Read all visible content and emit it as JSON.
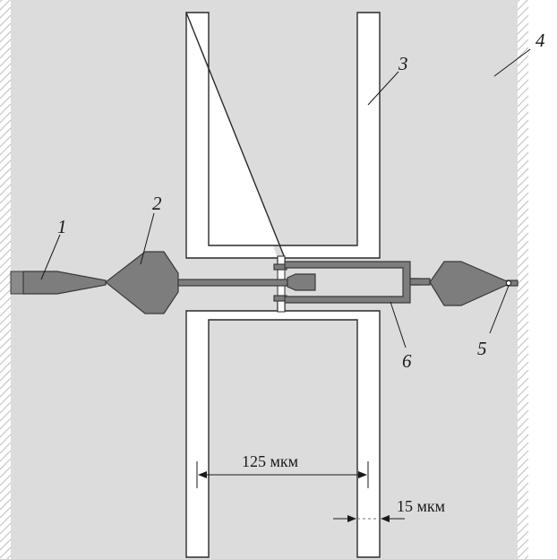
{
  "colors": {
    "film": "#dcdcdc",
    "metal": "#7d7d7d",
    "slot": "#ffffff",
    "hatch": "#bdbdbd"
  },
  "labels": {
    "n1": "1",
    "n2": "2",
    "n3": "3",
    "n4": "4",
    "n5": "5",
    "n6": "6"
  },
  "dimensions": {
    "width_125": "125 мкм",
    "width_15": "15 мкм"
  }
}
